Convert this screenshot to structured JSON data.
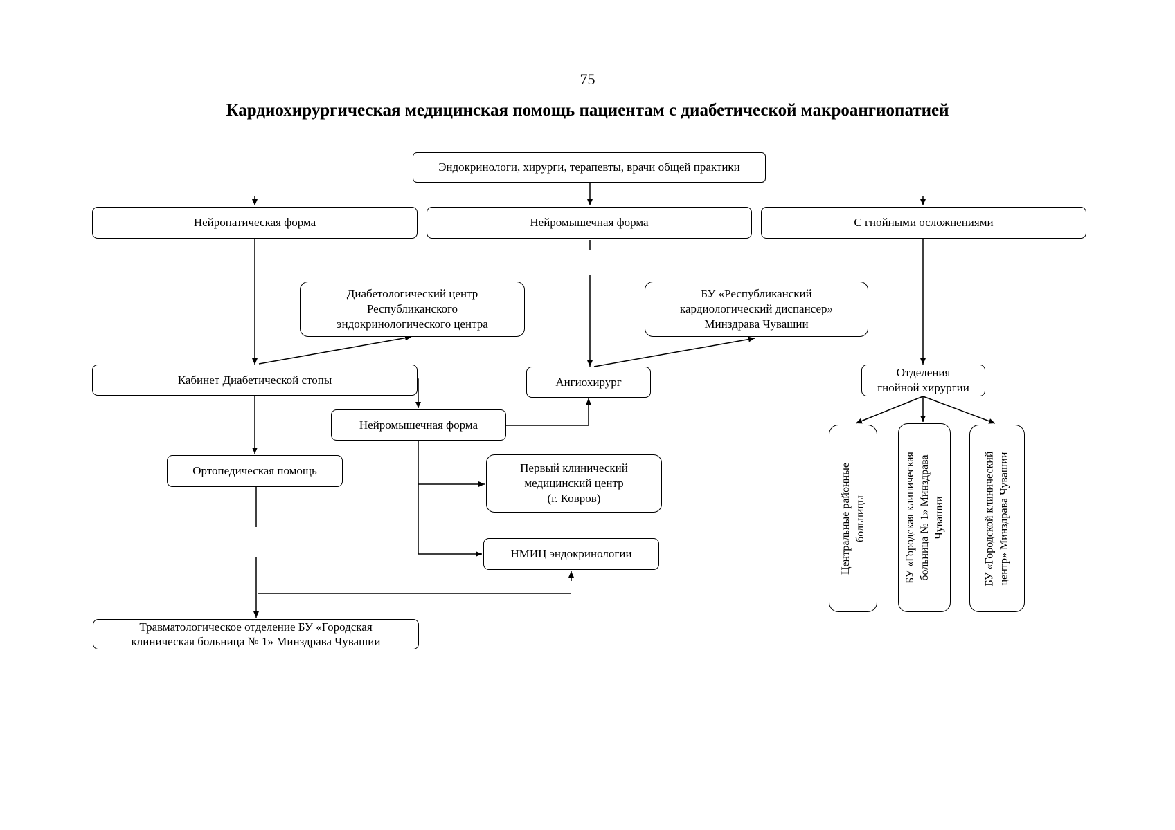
{
  "page": {
    "number": "75"
  },
  "title": "Кардиохирургическая медицинская помощь пациентам с диабетической макроангиопатией",
  "nodes": {
    "top": "Эндокринологи, хирурги, терапевты, врачи общей практики",
    "neuropathic": "Нейропатическая форма",
    "neuromuscular_top": "Нейромышечная форма",
    "purulent": "С гнойными осложнениями",
    "diabetology_center": [
      "Диабетологический центр",
      "Республиканского",
      "эндокринологического центра"
    ],
    "cardio_dispensary": [
      "БУ «Республиканский",
      "кардиологический диспансер»",
      "Минздрава Чувашии"
    ],
    "diabetic_foot": "Кабинет Диабетической стопы",
    "angiosurgeon": "Ангиохирург",
    "purulent_surgery": [
      "Отделения",
      "гнойной хирургии"
    ],
    "neuromuscular_mid": "Нейромышечная форма",
    "orthopedic": "Ортопедическая помощь",
    "first_clinic": [
      "Первый клинический",
      "медицинский центр",
      "(г. Ковров)"
    ],
    "nmic": "НМИЦ эндокринологии",
    "trauma": [
      "Травматологическое отделение БУ «Городская",
      "клиническая больница № 1» Минздрава Чувашии"
    ],
    "district_hospitals": [
      "Центральные районные",
      "больницы"
    ],
    "city_hospital_1": [
      "БУ «Городская клиническая",
      "больница № 1» Минздрава",
      "Чувашии"
    ],
    "city_clinical_center": [
      "БУ «Городской клинический",
      "центр» Минздрава Чувашии"
    ]
  }
}
